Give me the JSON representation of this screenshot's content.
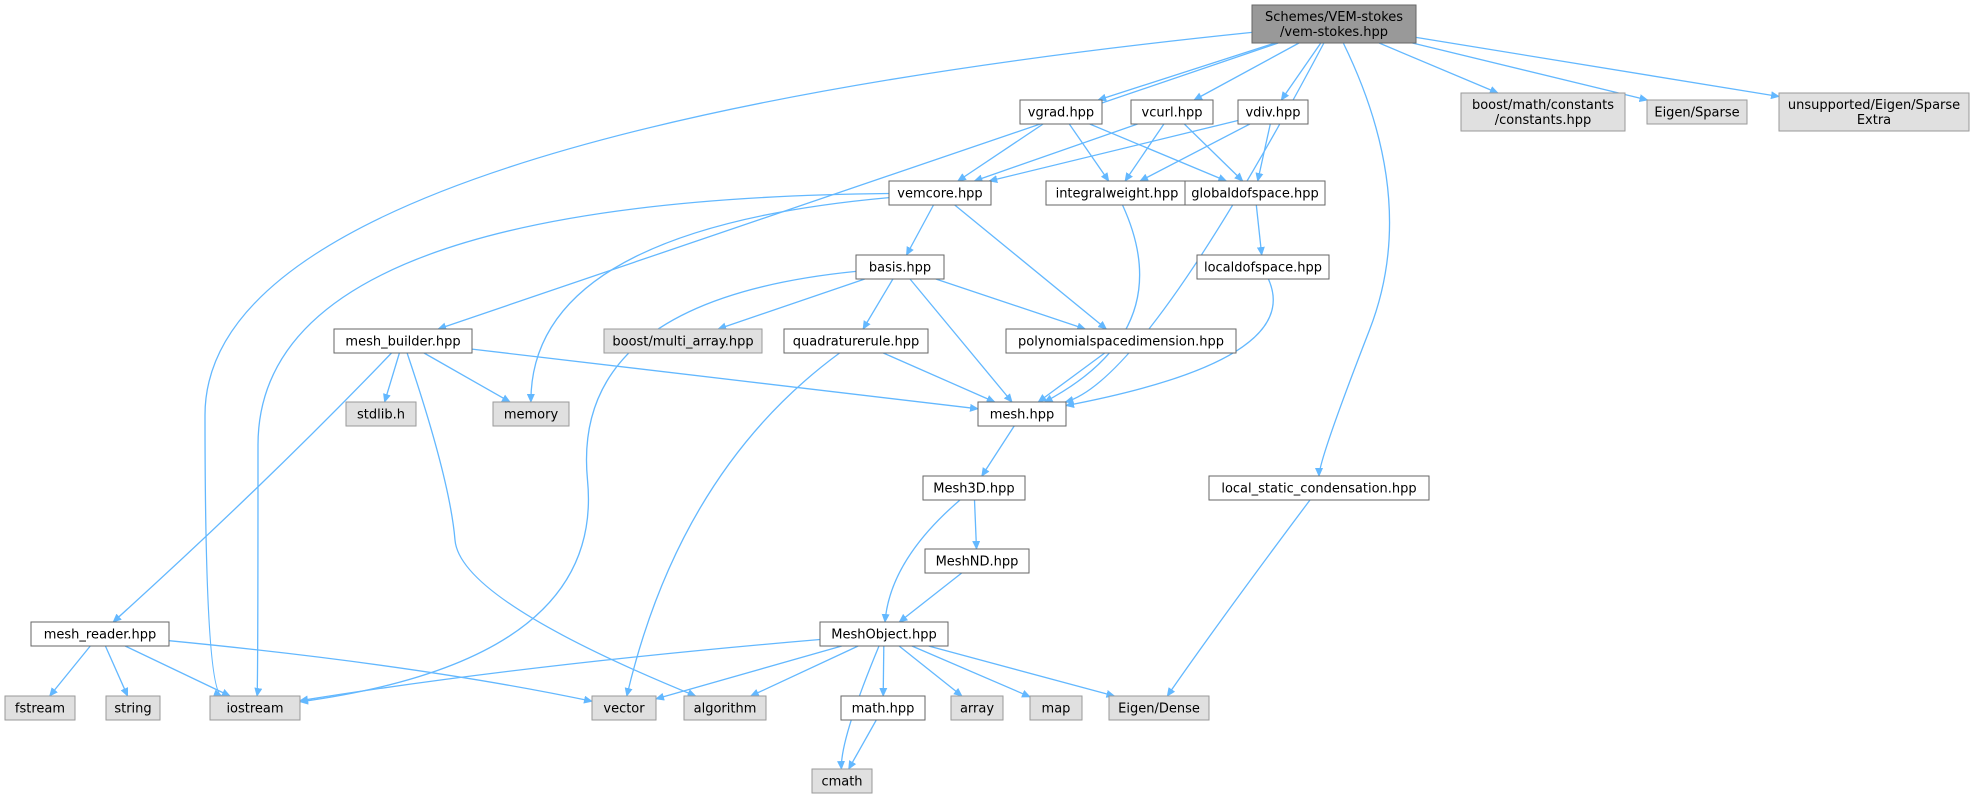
{
  "graph": {
    "root": "vem_stokes",
    "nodes": [
      {
        "id": "vem_stokes",
        "lines": [
          "Schemes/VEM-stokes",
          "/vem-stokes.hpp"
        ],
        "kind": "root"
      },
      {
        "id": "vgrad",
        "lines": [
          "vgrad.hpp"
        ],
        "kind": "project"
      },
      {
        "id": "vcurl",
        "lines": [
          "vcurl.hpp"
        ],
        "kind": "project"
      },
      {
        "id": "vdiv",
        "lines": [
          "vdiv.hpp"
        ],
        "kind": "project"
      },
      {
        "id": "boost_constants",
        "lines": [
          "boost/math/constants",
          "/constants.hpp"
        ],
        "kind": "system"
      },
      {
        "id": "eigen_sparse",
        "lines": [
          "Eigen/Sparse"
        ],
        "kind": "system"
      },
      {
        "id": "eigen_sparse_extra",
        "lines": [
          "unsupported/Eigen/Sparse",
          "Extra"
        ],
        "kind": "system"
      },
      {
        "id": "vemcore",
        "lines": [
          "vemcore.hpp"
        ],
        "kind": "project"
      },
      {
        "id": "integralweight",
        "lines": [
          "integralweight.hpp"
        ],
        "kind": "project"
      },
      {
        "id": "globaldofspace",
        "lines": [
          "globaldofspace.hpp"
        ],
        "kind": "project"
      },
      {
        "id": "basis",
        "lines": [
          "basis.hpp"
        ],
        "kind": "project"
      },
      {
        "id": "localdofspace",
        "lines": [
          "localdofspace.hpp"
        ],
        "kind": "project"
      },
      {
        "id": "mesh_builder",
        "lines": [
          "mesh_builder.hpp"
        ],
        "kind": "project"
      },
      {
        "id": "boost_multi_array",
        "lines": [
          "boost/multi_array.hpp"
        ],
        "kind": "system"
      },
      {
        "id": "quadraturerule",
        "lines": [
          "quadraturerule.hpp"
        ],
        "kind": "project"
      },
      {
        "id": "polynomialspacedimension",
        "lines": [
          "polynomialspacedimension.hpp"
        ],
        "kind": "project"
      },
      {
        "id": "stdlib",
        "lines": [
          "stdlib.h"
        ],
        "kind": "system"
      },
      {
        "id": "memory",
        "lines": [
          "memory"
        ],
        "kind": "system"
      },
      {
        "id": "mesh",
        "lines": [
          "mesh.hpp"
        ],
        "kind": "project"
      },
      {
        "id": "mesh3d",
        "lines": [
          "Mesh3D.hpp"
        ],
        "kind": "project"
      },
      {
        "id": "local_static_condensation",
        "lines": [
          "local_static_condensation.hpp"
        ],
        "kind": "project"
      },
      {
        "id": "meshnd",
        "lines": [
          "MeshND.hpp"
        ],
        "kind": "project"
      },
      {
        "id": "mesh_reader",
        "lines": [
          "mesh_reader.hpp"
        ],
        "kind": "project"
      },
      {
        "id": "meshobject",
        "lines": [
          "MeshObject.hpp"
        ],
        "kind": "project"
      },
      {
        "id": "fstream",
        "lines": [
          "fstream"
        ],
        "kind": "system"
      },
      {
        "id": "string",
        "lines": [
          "string"
        ],
        "kind": "system"
      },
      {
        "id": "iostream",
        "lines": [
          "iostream"
        ],
        "kind": "system"
      },
      {
        "id": "vector",
        "lines": [
          "vector"
        ],
        "kind": "system"
      },
      {
        "id": "algorithm",
        "lines": [
          "algorithm"
        ],
        "kind": "system"
      },
      {
        "id": "math",
        "lines": [
          "math.hpp"
        ],
        "kind": "project"
      },
      {
        "id": "array",
        "lines": [
          "array"
        ],
        "kind": "system"
      },
      {
        "id": "map",
        "lines": [
          "map"
        ],
        "kind": "system"
      },
      {
        "id": "eigen_dense",
        "lines": [
          "Eigen/Dense"
        ],
        "kind": "system"
      },
      {
        "id": "cmath",
        "lines": [
          "cmath"
        ],
        "kind": "system"
      }
    ],
    "edges": [
      [
        "vem_stokes",
        "iostream"
      ],
      [
        "vem_stokes",
        "mesh_builder"
      ],
      [
        "vem_stokes",
        "vgrad"
      ],
      [
        "vem_stokes",
        "vcurl"
      ],
      [
        "vem_stokes",
        "vdiv"
      ],
      [
        "vem_stokes",
        "mesh"
      ],
      [
        "vem_stokes",
        "local_static_condensation"
      ],
      [
        "vem_stokes",
        "boost_constants"
      ],
      [
        "vem_stokes",
        "eigen_sparse"
      ],
      [
        "vem_stokes",
        "eigen_sparse_extra"
      ],
      [
        "vgrad",
        "vemcore"
      ],
      [
        "vgrad",
        "integralweight"
      ],
      [
        "vgrad",
        "globaldofspace"
      ],
      [
        "vcurl",
        "vemcore"
      ],
      [
        "vcurl",
        "integralweight"
      ],
      [
        "vcurl",
        "globaldofspace"
      ],
      [
        "vdiv",
        "vemcore"
      ],
      [
        "vdiv",
        "integralweight"
      ],
      [
        "vdiv",
        "globaldofspace"
      ],
      [
        "vemcore",
        "iostream"
      ],
      [
        "vemcore",
        "memory"
      ],
      [
        "vemcore",
        "basis"
      ],
      [
        "vemcore",
        "polynomialspacedimension"
      ],
      [
        "integralweight",
        "mesh"
      ],
      [
        "globaldofspace",
        "localdofspace"
      ],
      [
        "localdofspace",
        "mesh"
      ],
      [
        "basis",
        "iostream"
      ],
      [
        "basis",
        "boost_multi_array"
      ],
      [
        "basis",
        "quadraturerule"
      ],
      [
        "basis",
        "polynomialspacedimension"
      ],
      [
        "basis",
        "mesh"
      ],
      [
        "quadraturerule",
        "vector"
      ],
      [
        "quadraturerule",
        "mesh"
      ],
      [
        "polynomialspacedimension",
        "mesh"
      ],
      [
        "mesh_builder",
        "stdlib"
      ],
      [
        "mesh_builder",
        "memory"
      ],
      [
        "mesh_builder",
        "mesh"
      ],
      [
        "mesh_builder",
        "mesh_reader"
      ],
      [
        "mesh_builder",
        "algorithm"
      ],
      [
        "mesh",
        "mesh3d"
      ],
      [
        "mesh3d",
        "meshnd"
      ],
      [
        "mesh3d",
        "meshobject"
      ],
      [
        "meshnd",
        "meshobject"
      ],
      [
        "local_static_condensation",
        "eigen_dense"
      ],
      [
        "mesh_reader",
        "fstream"
      ],
      [
        "mesh_reader",
        "string"
      ],
      [
        "mesh_reader",
        "iostream"
      ],
      [
        "mesh_reader",
        "vector"
      ],
      [
        "meshobject",
        "iostream"
      ],
      [
        "meshobject",
        "vector"
      ],
      [
        "meshobject",
        "algorithm"
      ],
      [
        "meshobject",
        "cmath"
      ],
      [
        "meshobject",
        "math"
      ],
      [
        "meshobject",
        "array"
      ],
      [
        "meshobject",
        "map"
      ],
      [
        "meshobject",
        "eigen_dense"
      ],
      [
        "math",
        "cmath"
      ]
    ]
  }
}
